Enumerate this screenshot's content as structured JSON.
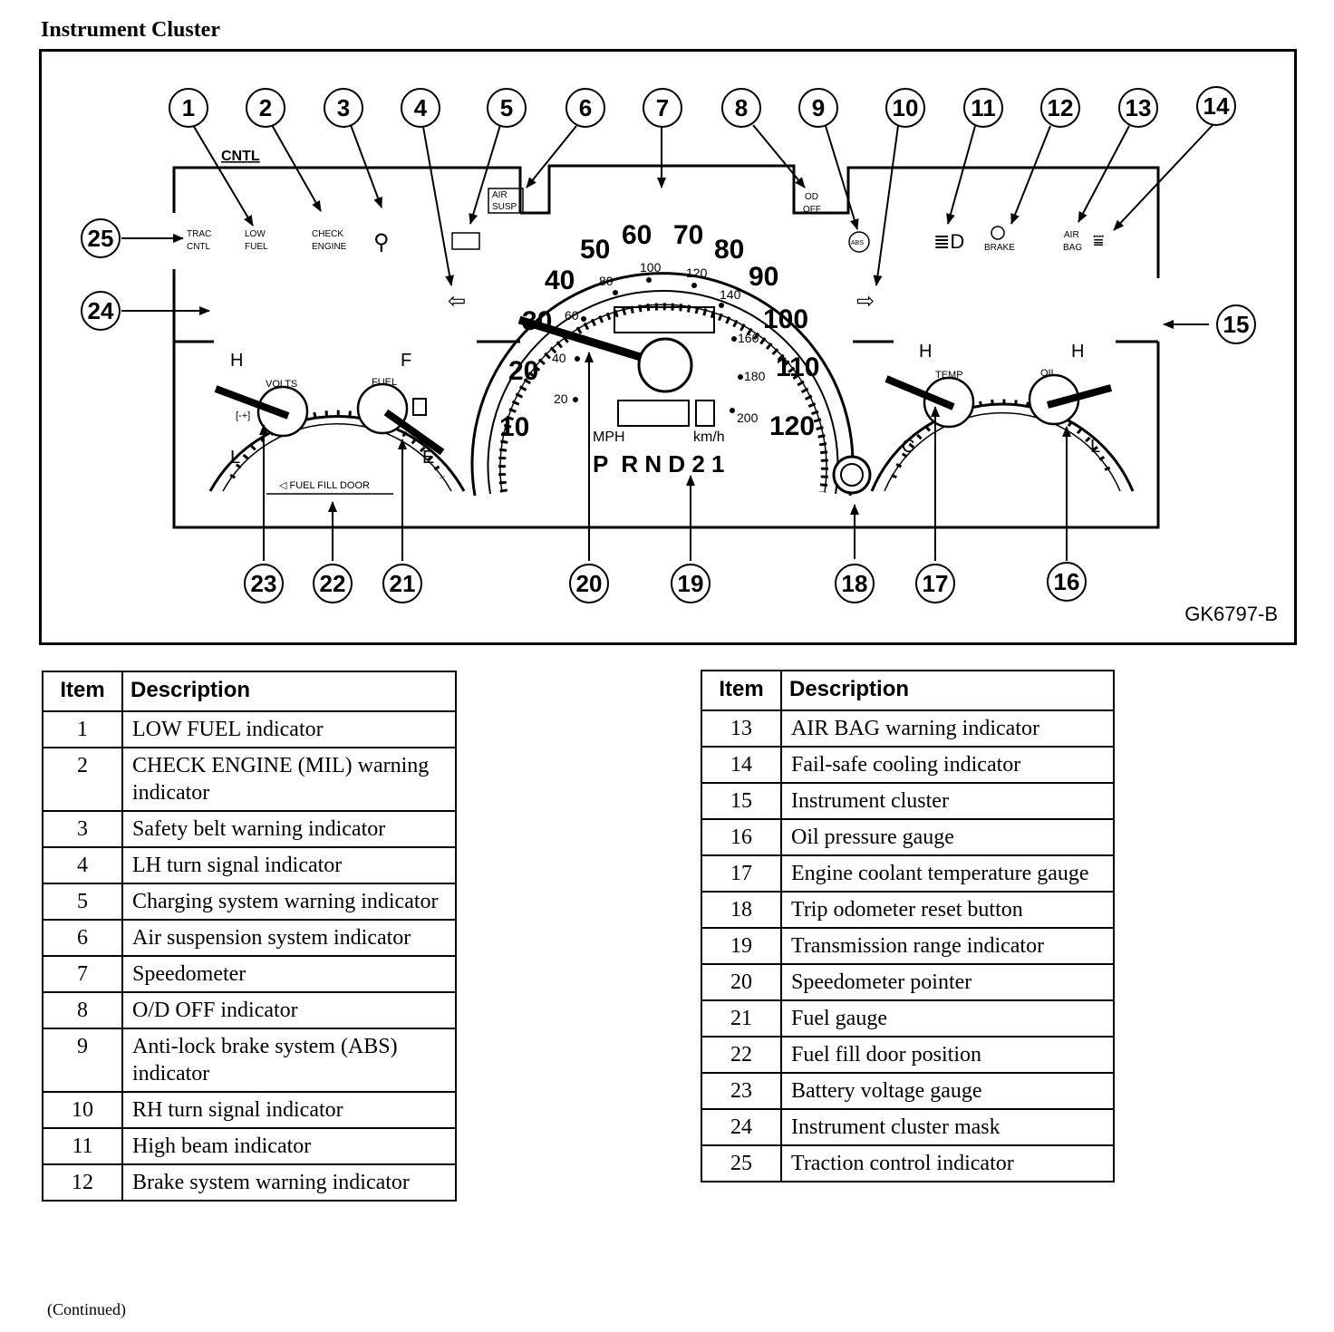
{
  "title": "Instrument Cluster",
  "figure": {
    "id": "GK6797-B",
    "callouts": [
      "1",
      "2",
      "3",
      "4",
      "5",
      "6",
      "7",
      "8",
      "9",
      "10",
      "11",
      "12",
      "13",
      "14",
      "15",
      "16",
      "17",
      "18",
      "19",
      "20",
      "21",
      "22",
      "23",
      "24",
      "25"
    ],
    "lights": {
      "cntl": "CNTL",
      "trac_cntl_1": "TRAC",
      "trac_cntl_2": "CNTL",
      "low_fuel_1": "LOW",
      "low_fuel_2": "FUEL",
      "check_engine_1": "CHECK",
      "check_engine_2": "ENGINE",
      "air_susp_1": "AIR",
      "air_susp_2": "SUSP",
      "od_off_1": "OD",
      "od_off_2": "OFF",
      "abs": "ABS",
      "brake": "BRAKE",
      "air_bag_1": "AIR",
      "air_bag_2": "BAG"
    },
    "speedometer": {
      "mph_ticks": [
        "10",
        "20",
        "30",
        "40",
        "50",
        "60",
        "70",
        "80",
        "90",
        "100",
        "110",
        "120"
      ],
      "kmh_ticks": [
        "20",
        "40",
        "60",
        "80",
        "100",
        "120",
        "140",
        "160",
        "180",
        "200"
      ],
      "mph_label": "MPH",
      "kmh_label": "km/h",
      "prnd": "P  R N D 2 1"
    },
    "volts_gauge": {
      "label": "VOLTS",
      "high": "H",
      "low": "L"
    },
    "fuel_gauge": {
      "label": "FUEL",
      "full": "F",
      "empty": "E"
    },
    "fuel_fill_door": "FUEL FILL DOOR",
    "temp_gauge": {
      "label": "TEMP",
      "high": "H",
      "low": "C"
    },
    "oil_gauge": {
      "label": "OIL",
      "high": "H",
      "low": "L"
    }
  },
  "table_left": {
    "headers": [
      "Item",
      "Description"
    ],
    "rows": [
      {
        "item": "1",
        "desc": "LOW FUEL indicator"
      },
      {
        "item": "2",
        "desc": "CHECK ENGINE (MIL) warning indicator"
      },
      {
        "item": "3",
        "desc": "Safety belt warning indicator"
      },
      {
        "item": "4",
        "desc": "LH turn signal indicator"
      },
      {
        "item": "5",
        "desc": "Charging system warning indicator"
      },
      {
        "item": "6",
        "desc": "Air suspension system indicator"
      },
      {
        "item": "7",
        "desc": "Speedometer"
      },
      {
        "item": "8",
        "desc": "O/D OFF indicator"
      },
      {
        "item": "9",
        "desc": "Anti-lock brake system (ABS) indicator"
      },
      {
        "item": "10",
        "desc": "RH turn signal indicator"
      },
      {
        "item": "11",
        "desc": "High beam indicator"
      },
      {
        "item": "12",
        "desc": "Brake system warning indicator"
      }
    ]
  },
  "table_right": {
    "headers": [
      "Item",
      "Description"
    ],
    "rows": [
      {
        "item": "13",
        "desc": "AIR BAG warning indicator"
      },
      {
        "item": "14",
        "desc": "Fail-safe cooling indicator"
      },
      {
        "item": "15",
        "desc": "Instrument cluster"
      },
      {
        "item": "16",
        "desc": "Oil pressure gauge"
      },
      {
        "item": "17",
        "desc": "Engine coolant temperature gauge"
      },
      {
        "item": "18",
        "desc": "Trip odometer reset button"
      },
      {
        "item": "19",
        "desc": "Transmission range indicator"
      },
      {
        "item": "20",
        "desc": "Speedometer pointer"
      },
      {
        "item": "21",
        "desc": "Fuel gauge"
      },
      {
        "item": "22",
        "desc": "Fuel fill door position"
      },
      {
        "item": "23",
        "desc": "Battery voltage gauge"
      },
      {
        "item": "24",
        "desc": "Instrument cluster mask"
      },
      {
        "item": "25",
        "desc": "Traction control indicator"
      }
    ]
  },
  "continued": "(Continued)"
}
